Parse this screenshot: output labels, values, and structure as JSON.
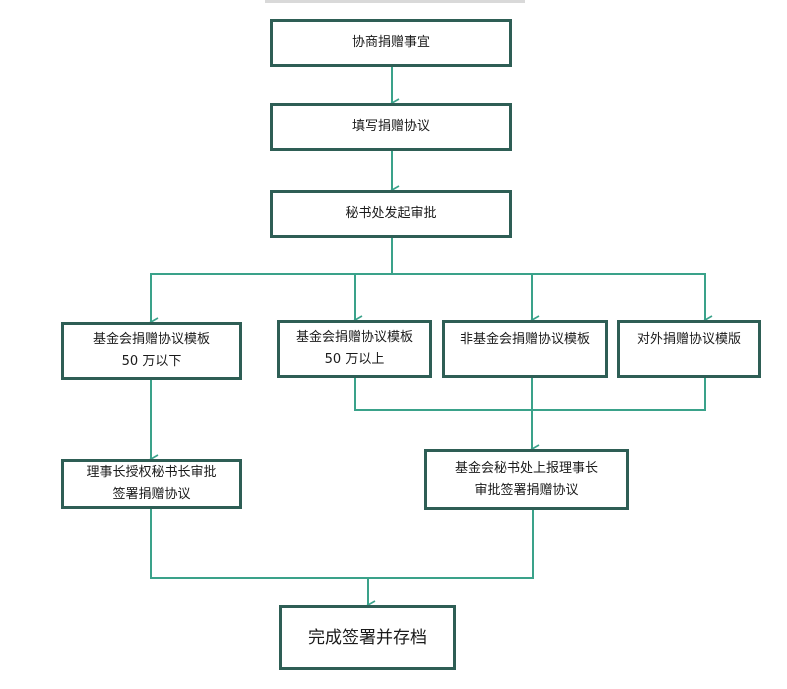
{
  "diagram": {
    "colors": {
      "connector": "#3aa28a",
      "box_border": "#2e5e55"
    },
    "nodes": {
      "n1": {
        "lines": [
          "协商捐赠事宜"
        ]
      },
      "n2": {
        "lines": [
          "填写捐赠协议"
        ]
      },
      "n3": {
        "lines": [
          "秘书处发起审批"
        ]
      },
      "n4": {
        "lines": [
          "基金会捐赠协议模板",
          "50 万以下"
        ]
      },
      "n5": {
        "lines": [
          "基金会捐赠协议模板",
          "50 万以上"
        ]
      },
      "n6": {
        "lines": [
          "非基金会捐赠协议模板"
        ]
      },
      "n7": {
        "lines": [
          "对外捐赠协议模版"
        ]
      },
      "n8": {
        "lines": [
          "理事长授权秘书长审批",
          "签署捐赠协议"
        ]
      },
      "n9": {
        "lines": [
          "基金会秘书处上报理事长",
          "审批签署捐赠协议"
        ]
      },
      "n10": {
        "lines": [
          "完成签署并存档"
        ]
      }
    },
    "edges": [
      {
        "from": "n1",
        "to": "n2",
        "arrow": true
      },
      {
        "from": "n2",
        "to": "n3",
        "arrow": true
      },
      {
        "from": "n3",
        "to": "n4",
        "arrow": true
      },
      {
        "from": "n3",
        "to": "n5",
        "arrow": true
      },
      {
        "from": "n3",
        "to": "n6",
        "arrow": true
      },
      {
        "from": "n3",
        "to": "n7",
        "arrow": true
      },
      {
        "from": "n4",
        "to": "n8",
        "arrow": true
      },
      {
        "from": "n5",
        "to": "n9",
        "arrow": false
      },
      {
        "from": "n6",
        "to": "n9",
        "arrow": true
      },
      {
        "from": "n7",
        "to": "n9",
        "arrow": false
      },
      {
        "from": "n8",
        "to": "n10",
        "arrow": false
      },
      {
        "from": "n9",
        "to": "n10",
        "arrow": true
      }
    ]
  }
}
